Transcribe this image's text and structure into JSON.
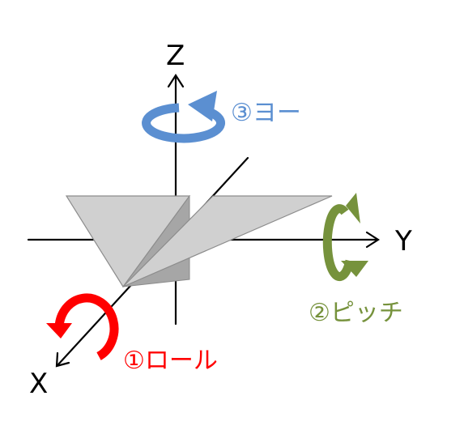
{
  "axes": {
    "z_label": "Z",
    "y_label": "Y",
    "x_label": "X"
  },
  "rotations": {
    "yaw": {
      "label": "③ヨー",
      "color": "#5b8fd1"
    },
    "pitch": {
      "label": "②ピッチ",
      "color": "#76923c"
    },
    "roll": {
      "label": "①ロール",
      "color": "#ff0000"
    }
  },
  "airplane": {
    "wing_color": "#d0d0d0",
    "body_color": "#a6a6a6",
    "edge_color": "#8c8c8c"
  }
}
